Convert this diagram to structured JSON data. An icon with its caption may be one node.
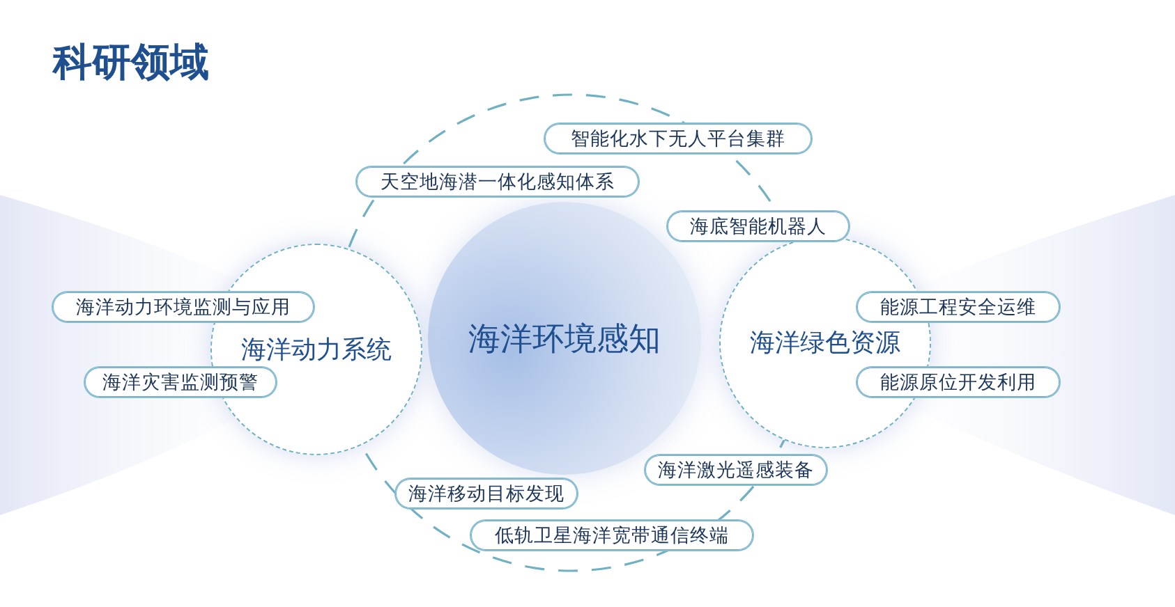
{
  "diagram": {
    "title": "科研领域",
    "nodes": [
      {
        "text": [
          "海洋环境感知"
        ]
      },
      {
        "text": [
          "海洋动力系统"
        ]
      },
      {
        "text": [
          "海洋绿色资源"
        ]
      },
      {
        "text": [
          "智能化水下无人平台集群"
        ]
      },
      {
        "text": [
          "天空地海潜一体化感知体系"
        ]
      },
      {
        "text": [
          "海底智能机器人"
        ]
      },
      {
        "text": [
          "海洋动力环境监测与应用"
        ]
      },
      {
        "text": [
          "能源工程安全运维"
        ]
      },
      {
        "text": [
          "海洋灾害监测预警"
        ]
      },
      {
        "text": [
          "能源原位开发利用"
        ]
      },
      {
        "text": [
          "海洋激光遥感装备"
        ]
      },
      {
        "text": [
          "海洋移动目标发现"
        ]
      },
      {
        "text": [
          "低轨卫星海洋宽带通信终端"
        ]
      }
    ]
  }
}
